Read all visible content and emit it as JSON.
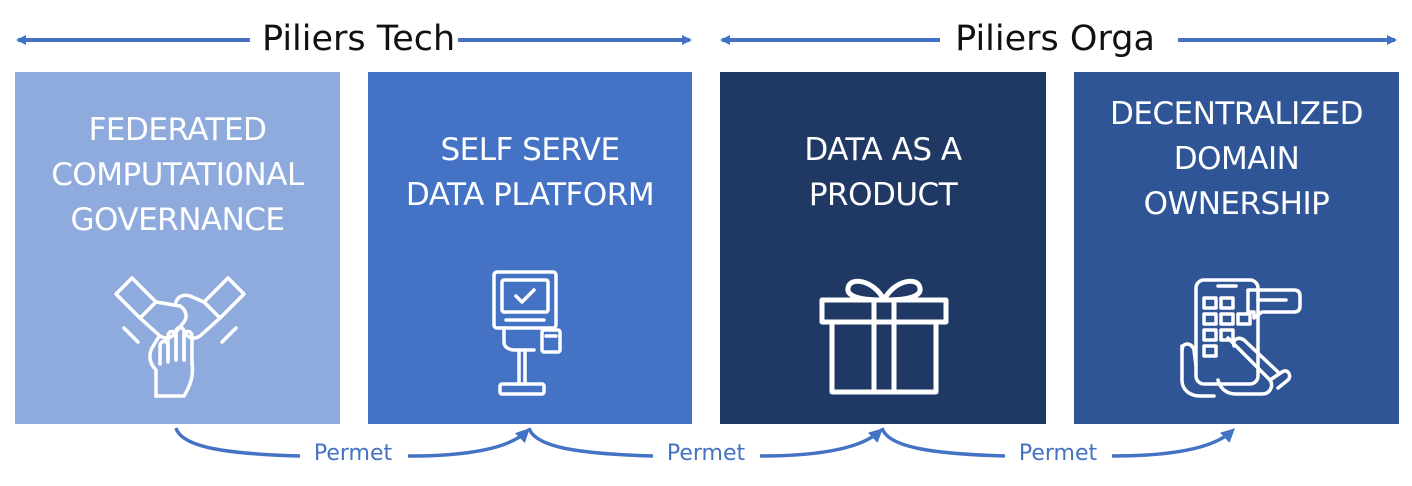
{
  "header": {
    "tech_label": "Piliers Tech",
    "orga_label": "Piliers Orga"
  },
  "pillars": [
    {
      "lines": [
        "FEDERATED",
        "COMPUTATI0NAL",
        "GOVERNANCE"
      ],
      "icon": "hands-together-icon",
      "color": "#8faadc"
    },
    {
      "lines": [
        "SELF SERVE",
        "DATA PLATFORM"
      ],
      "icon": "kiosk-terminal-icon",
      "color": "#4472c4"
    },
    {
      "lines": [
        "DATA AS A",
        "PRODUCT"
      ],
      "icon": "gift-box-icon",
      "color": "#203864"
    },
    {
      "lines": [
        "DECENTRALIZED",
        "DOMAIN",
        "OWNERSHIP"
      ],
      "icon": "hand-phone-icon",
      "color": "#2f5597"
    }
  ],
  "connectors": [
    {
      "label": "Permet"
    },
    {
      "label": "Permet"
    },
    {
      "label": "Permet"
    }
  ],
  "colors": {
    "accent": "#4472c4"
  }
}
